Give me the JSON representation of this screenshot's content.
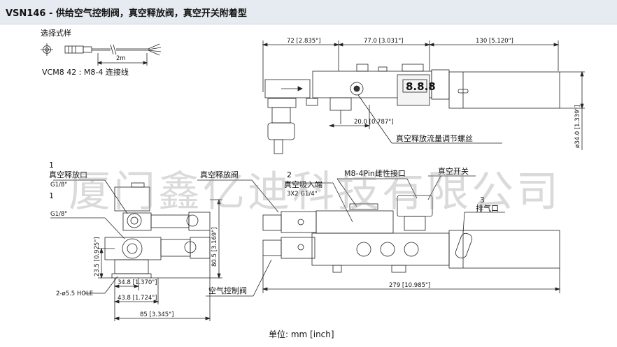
{
  "header": {
    "title": "VSN146 - 供给空气控制阀，真空释放阀，真空开关附着型"
  },
  "option": {
    "heading": "选择式样",
    "cable_length": "2m",
    "cable_caption": "VCM8 42 : M8-4 连接线"
  },
  "top_view": {
    "dim_72": "72 [2.835\"]",
    "dim_77": "77.0 [3.031\"]",
    "dim_130": "130 [5.120\"]",
    "dim_20": "20.0 [0.787\"]",
    "dim_34": "ø34.0 [1.339\"]",
    "label_flow_screw": "真空释放流量调节螺丝",
    "display_digits": "8.8.8"
  },
  "side_view": {
    "n1_top": "1",
    "release_port": "真空释放口",
    "g18_top": "G1/8\"",
    "n1_mid": "1",
    "g18_mid": "G1/8\"",
    "dim_80_5": "80.5 [3.169\"]",
    "dim_23_5": "23.5 [0.925\"]",
    "dim_34_8": "34.8 [1.370\"]",
    "dim_43_8": "43.8 [1.724\"]",
    "dim_85": "85 [3.345\"]",
    "hole": "2-ø5.5 HOLE"
  },
  "front_view": {
    "release_valve": "真空释放阀",
    "n2": "2",
    "suction_port": "真空吸入端",
    "suction_thread": "3X2 G1/4\"",
    "m8_port": "M8-4Pin雌性接口",
    "vacuum_switch": "真空开关",
    "n3": "3",
    "exhaust": "排气口",
    "control_valve": "空气控制阀",
    "dim_279": "279 [10.985\"]"
  },
  "watermark": "厦门鑫亿迪科技有限公司",
  "unit": "单位: mm [inch]"
}
